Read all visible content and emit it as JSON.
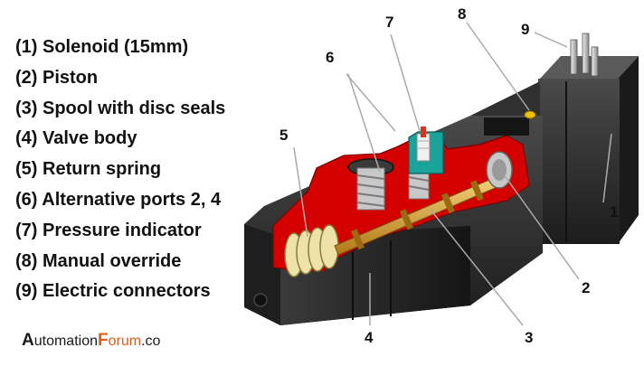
{
  "legend": [
    "(1) Solenoid (15mm)",
    "(2) Piston",
    "(3) Spool with disc seals",
    "(4) Valve body",
    "(5) Return spring",
    "(6) Alternative ports 2, 4",
    "(7) Pressure indicator",
    "(8) Manual override",
    "(9) Electric connectors"
  ],
  "brand": {
    "cap1": "A",
    "part1": "utomation",
    "cap2": "F",
    "part2": "orum",
    "suffix": ".co"
  },
  "callouts": {
    "n1": "1",
    "n2": "2",
    "n3": "3",
    "n4": "4",
    "n5": "5",
    "n6": "6",
    "n7": "7",
    "n8": "8",
    "n9": "9"
  },
  "colors": {
    "cutaway": "#d40000",
    "body": "#2a2a2a",
    "spring": "#efe2a8",
    "spool": "#d9a032",
    "indicator": "#1aa39a",
    "brand_accent": "#e05a1a"
  }
}
